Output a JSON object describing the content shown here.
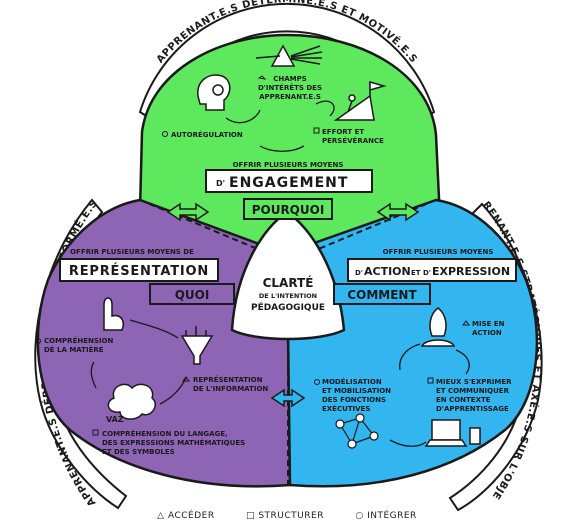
{
  "ring": {
    "top": "APPRENANT.E.S DÉTERMINÉ.E.S ET MOTIVÉ.E.S",
    "left": "APPRENANT.E.S DÉBROUILLARD.E.S ET INFORMÉ.E.S",
    "right": "APPRENANT.E.S STRATÉGIQUES ET AXÉ.E.S SUR L'OBJECTIF"
  },
  "center": {
    "line1": "CLARTÉ",
    "line2": "DE L'INTENTION",
    "line3": "PÉDAGOGIQUE"
  },
  "engagement": {
    "prefix": "OFFRIR PLUSIEURS MOYENS",
    "title_small": "D'",
    "title": "ENGAGEMENT",
    "why": "POURQUOI",
    "items": {
      "interests": [
        "CHAMPS",
        "D'INTÉRÊTS DES",
        "APPRENANT.E.S"
      ],
      "self_regulation": "AUTORÉGULATION",
      "effort": [
        "EFFORT ET",
        "PERSÉVÉRANCE"
      ]
    }
  },
  "representation": {
    "prefix": "OFFRIR PLUSIEURS MOYENS DE",
    "title": "REPRÉSENTATION",
    "what": "QUOI",
    "items": {
      "understanding": [
        "COMPRÉHENSION",
        "DE LA MATIÈRE"
      ],
      "info_rep": [
        "REPRÉSENTATION",
        "DE L'INFORMATION"
      ],
      "language": [
        "COMPRÉHENSION DU LANGAGE,",
        "DES EXPRESSIONS MATHÉMATIQUES",
        "ET DES SYMBOLES"
      ],
      "vaz_label": "VAZ"
    }
  },
  "action": {
    "prefix": "OFFRIR PLUSIEURS MOYENS",
    "title_d1": "D'",
    "title_1": "ACTION",
    "title_et": "ET",
    "title_d2": "D'",
    "title_2": "EXPRESSION",
    "how": "COMMENT",
    "items": {
      "launch": [
        "MISE EN",
        "ACTION"
      ],
      "express": [
        "MIEUX S'EXPRIMER",
        "ET COMMUNIQUER",
        "EN CONTEXTE",
        "D'APPRENTISSAGE"
      ],
      "modeling": [
        "MODÉLISATION",
        "ET MOBILISATION",
        "DES FONCTIONS",
        "EXÉCUTIVES"
      ]
    }
  },
  "legend": {
    "access": "ACCÉDER",
    "structure": "STRUCTURER",
    "integrate": "INTÉGRER"
  },
  "colors": {
    "green": "#5ee85e",
    "purple": "#8e64b5",
    "blue": "#33b5ef",
    "ring": "#ffffff",
    "outline": "#1a1a1a"
  }
}
